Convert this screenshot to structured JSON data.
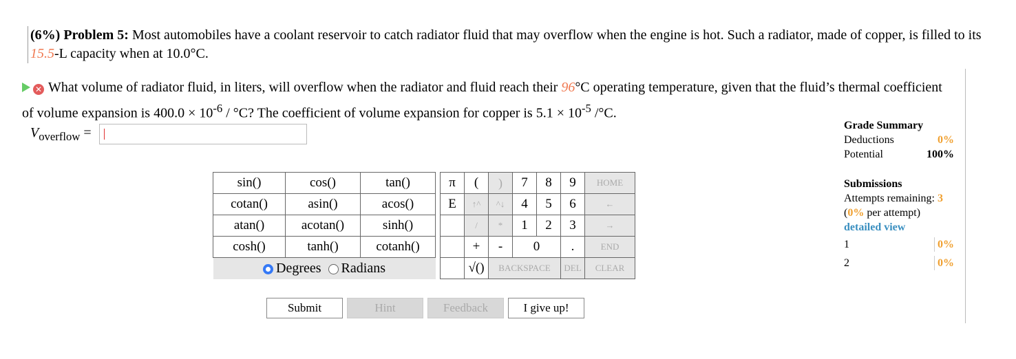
{
  "problem": {
    "percent": "(6%)",
    "label": "Problem 5:",
    "text_before": "Most automobiles have a coolant reservoir to catch radiator fluid that may overflow when the engine is hot. Such a radiator, made of copper, is filled to its ",
    "capacity": "15.5",
    "text_after": "-L capacity when at 10.0°C."
  },
  "question": {
    "text_before": "What volume of radiator fluid, in liters, will overflow when the radiator and fluid reach their ",
    "temp": "96",
    "text_mid": "°C operating temperature, given that the fluid’s thermal coefficient of volume expansion is 400.0 × 10",
    "exp1": "-6",
    "text_mid2": " / °C? The coefficient of volume expansion for copper is 5.1 × 10",
    "exp2": "-5",
    "text_end": " /°C."
  },
  "answer": {
    "var": "V",
    "sub": "overflow",
    "eq": "=",
    "value": ""
  },
  "calc": {
    "row1": [
      "sin()",
      "cos()",
      "tan()",
      "π",
      "(",
      ")",
      "7",
      "8",
      "9",
      "HOME"
    ],
    "row2": [
      "cotan()",
      "asin()",
      "acos()",
      "E",
      "↑^",
      "^↓",
      "4",
      "5",
      "6",
      "←"
    ],
    "row3": [
      "atan()",
      "acotan()",
      "sinh()",
      "",
      "/",
      "*",
      "1",
      "2",
      "3",
      "→"
    ],
    "row4": [
      "cosh()",
      "tanh()",
      "cotanh()",
      "",
      "+",
      "-",
      "0",
      ".",
      "END"
    ],
    "row5": [
      "√()",
      "BACKSPACE",
      "DEL",
      "CLEAR"
    ],
    "degrees": "Degrees",
    "radians": "Radians"
  },
  "buttons": {
    "submit": "Submit",
    "hint": "Hint",
    "feedback": "Feedback",
    "giveup": "I give up!"
  },
  "grade": {
    "title": "Grade Summary",
    "deductions_label": "Deductions",
    "deductions": "0%",
    "potential_label": "Potential",
    "potential": "100%",
    "submissions": "Submissions",
    "attempts_label": "Attempts remaining:",
    "attempts": "3",
    "per_pct": "0%",
    "per_label": "per attempt)",
    "detailed": "detailed view",
    "rows": [
      {
        "n": "1",
        "v": "0%"
      },
      {
        "n": "2",
        "v": "0%"
      }
    ]
  }
}
